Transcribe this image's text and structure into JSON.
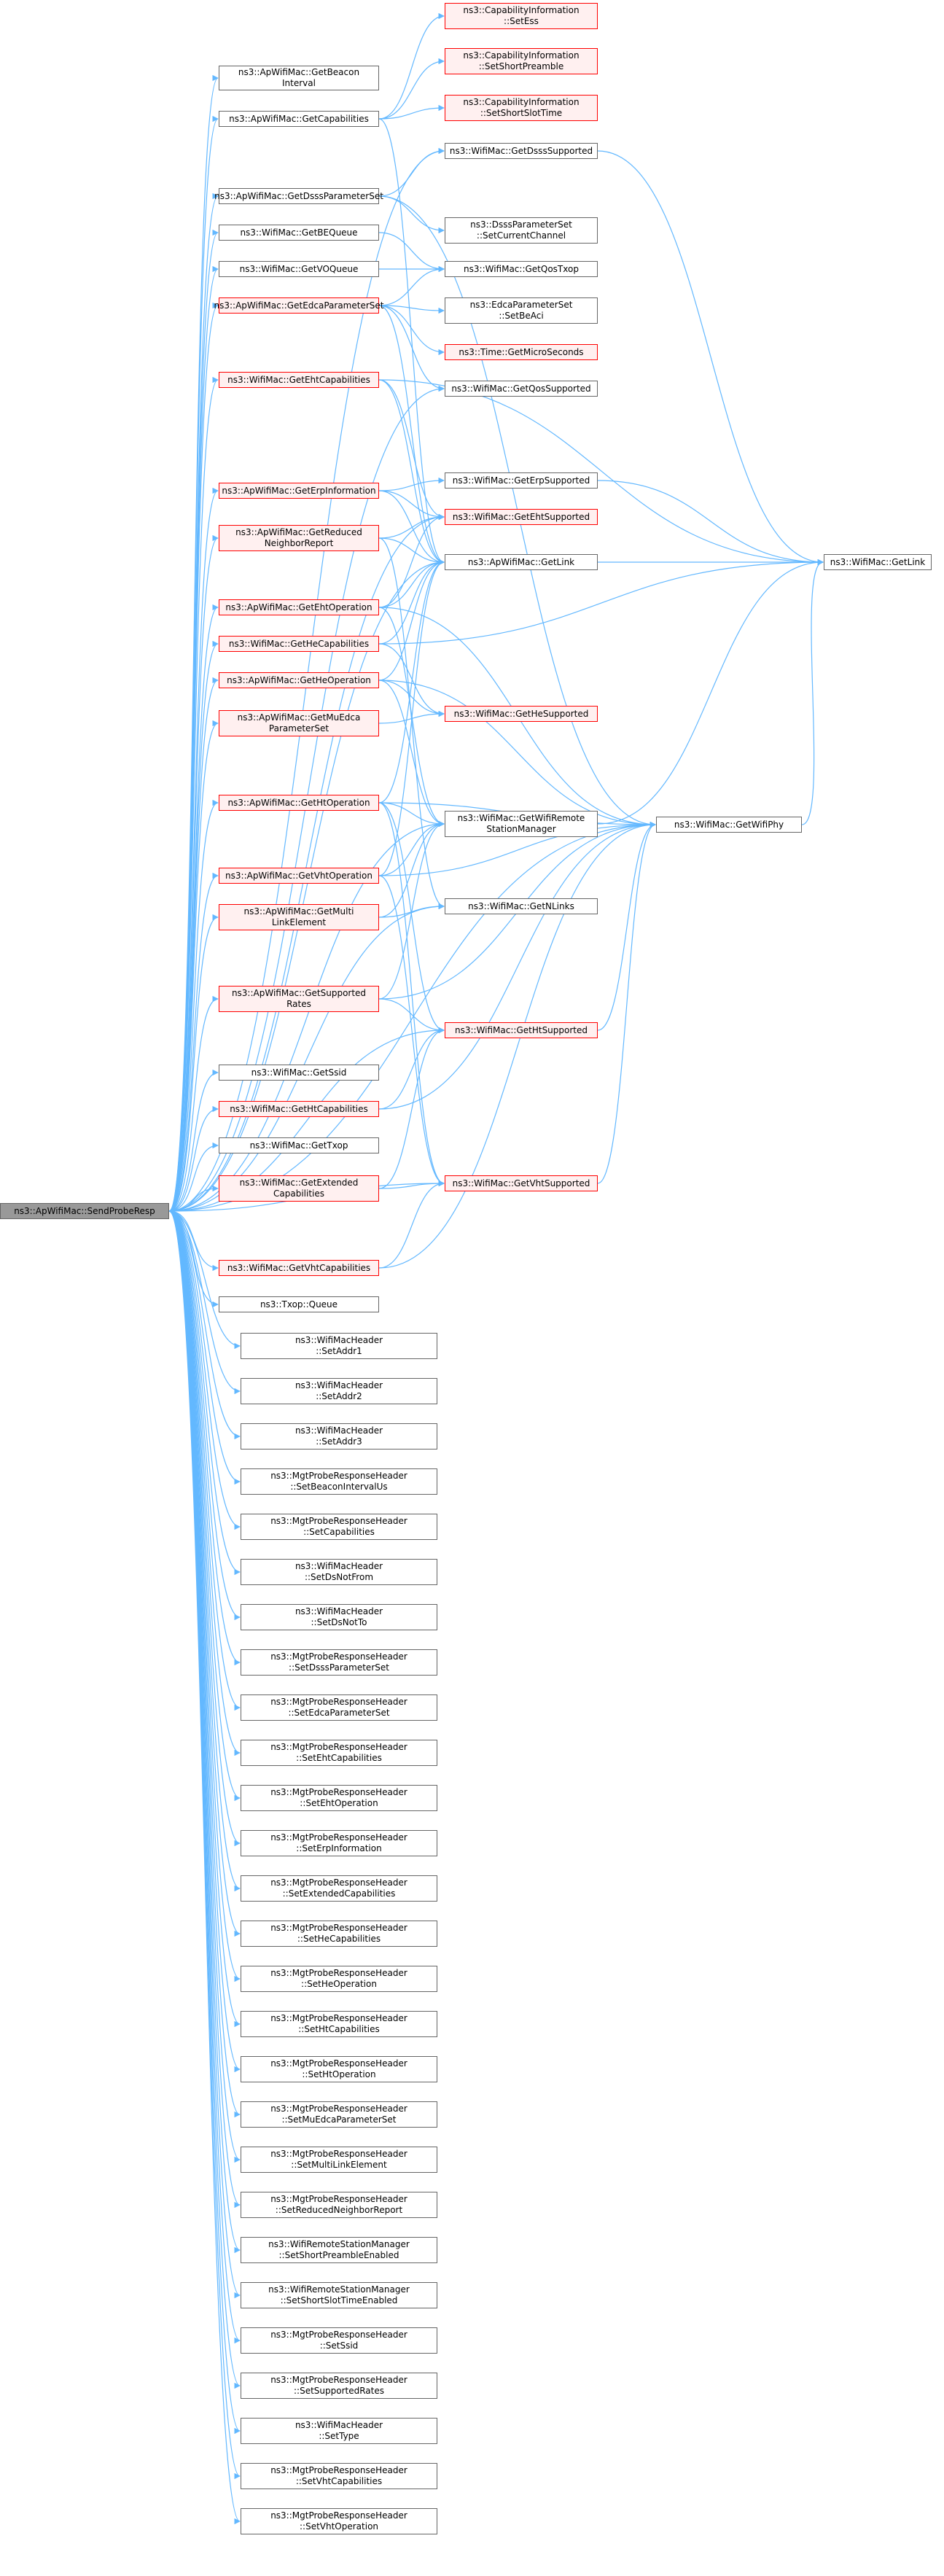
{
  "diagram": {
    "type": "call-graph",
    "edge_color": "#63b8ff",
    "colors": {
      "node_border": "#666666",
      "node_incomplete_border": "#ff0000",
      "node_incomplete_fill": "#fff0f0",
      "root_fill": "#999999"
    },
    "root": "n0",
    "nodes": [
      {
        "id": "n0",
        "label": "ns3::ApWifiMac::SendProbeResp",
        "style": "root"
      },
      {
        "id": "n1",
        "label": "ns3::ApWifiMac::GetBeacon\nInterval",
        "style": "normal"
      },
      {
        "id": "n2",
        "label": "ns3::ApWifiMac::GetCapabilities",
        "style": "normal"
      },
      {
        "id": "n3",
        "label": "ns3::ApWifiMac::GetDsssParameterSet",
        "style": "normal"
      },
      {
        "id": "n4",
        "label": "ns3::WifiMac::GetBEQueue",
        "style": "normal"
      },
      {
        "id": "n5",
        "label": "ns3::WifiMac::GetVOQueue",
        "style": "normal"
      },
      {
        "id": "n6",
        "label": "ns3::ApWifiMac::GetEdcaParameterSet",
        "style": "incomplete"
      },
      {
        "id": "n7",
        "label": "ns3::WifiMac::GetEhtCapabilities",
        "style": "incomplete"
      },
      {
        "id": "n8",
        "label": "ns3::ApWifiMac::GetErpInformation",
        "style": "incomplete"
      },
      {
        "id": "n9",
        "label": "ns3::ApWifiMac::GetReduced\nNeighborReport",
        "style": "incomplete"
      },
      {
        "id": "n10",
        "label": "ns3::ApWifiMac::GetEhtOperation",
        "style": "incomplete"
      },
      {
        "id": "n11",
        "label": "ns3::WifiMac::GetHeCapabilities",
        "style": "incomplete"
      },
      {
        "id": "n12",
        "label": "ns3::ApWifiMac::GetHeOperation",
        "style": "incomplete"
      },
      {
        "id": "n13",
        "label": "ns3::ApWifiMac::GetMuEdca\nParameterSet",
        "style": "incomplete"
      },
      {
        "id": "n14",
        "label": "ns3::ApWifiMac::GetHtOperation",
        "style": "incomplete"
      },
      {
        "id": "n15",
        "label": "ns3::ApWifiMac::GetVhtOperation",
        "style": "incomplete"
      },
      {
        "id": "n16",
        "label": "ns3::ApWifiMac::GetMulti\nLinkElement",
        "style": "incomplete"
      },
      {
        "id": "n17",
        "label": "ns3::ApWifiMac::GetSupported\nRates",
        "style": "incomplete"
      },
      {
        "id": "n18",
        "label": "ns3::WifiMac::GetSsid",
        "style": "normal"
      },
      {
        "id": "n19",
        "label": "ns3::WifiMac::GetHtCapabilities",
        "style": "incomplete"
      },
      {
        "id": "n20",
        "label": "ns3::WifiMac::GetTxop",
        "style": "normal"
      },
      {
        "id": "n21",
        "label": "ns3::WifiMac::GetExtended\nCapabilities",
        "style": "incomplete"
      },
      {
        "id": "n22",
        "label": "ns3::WifiMac::GetVhtCapabilities",
        "style": "incomplete"
      },
      {
        "id": "n23",
        "label": "ns3::Txop::Queue",
        "style": "normal"
      },
      {
        "id": "n24",
        "label": "ns3::WifiMacHeader\n::SetAddr1",
        "style": "normal"
      },
      {
        "id": "n25",
        "label": "ns3::WifiMacHeader\n::SetAddr2",
        "style": "normal"
      },
      {
        "id": "n26",
        "label": "ns3::WifiMacHeader\n::SetAddr3",
        "style": "normal"
      },
      {
        "id": "n27",
        "label": "ns3::MgtProbeResponseHeader\n::SetBeaconIntervalUs",
        "style": "normal"
      },
      {
        "id": "n28",
        "label": "ns3::MgtProbeResponseHeader\n::SetCapabilities",
        "style": "normal"
      },
      {
        "id": "n29",
        "label": "ns3::WifiMacHeader\n::SetDsNotFrom",
        "style": "normal"
      },
      {
        "id": "n30",
        "label": "ns3::WifiMacHeader\n::SetDsNotTo",
        "style": "normal"
      },
      {
        "id": "n31",
        "label": "ns3::MgtProbeResponseHeader\n::SetDsssParameterSet",
        "style": "normal"
      },
      {
        "id": "n32",
        "label": "ns3::MgtProbeResponseHeader\n::SetEdcaParameterSet",
        "style": "normal"
      },
      {
        "id": "n33",
        "label": "ns3::MgtProbeResponseHeader\n::SetEhtCapabilities",
        "style": "normal"
      },
      {
        "id": "n34",
        "label": "ns3::MgtProbeResponseHeader\n::SetEhtOperation",
        "style": "normal"
      },
      {
        "id": "n35",
        "label": "ns3::MgtProbeResponseHeader\n::SetErpInformation",
        "style": "normal"
      },
      {
        "id": "n36",
        "label": "ns3::MgtProbeResponseHeader\n::SetExtendedCapabilities",
        "style": "normal"
      },
      {
        "id": "n37",
        "label": "ns3::MgtProbeResponseHeader\n::SetHeCapabilities",
        "style": "normal"
      },
      {
        "id": "n38",
        "label": "ns3::MgtProbeResponseHeader\n::SetHeOperation",
        "style": "normal"
      },
      {
        "id": "n39",
        "label": "ns3::MgtProbeResponseHeader\n::SetHtCapabilities",
        "style": "normal"
      },
      {
        "id": "n40",
        "label": "ns3::MgtProbeResponseHeader\n::SetHtOperation",
        "style": "normal"
      },
      {
        "id": "n41",
        "label": "ns3::MgtProbeResponseHeader\n::SetMuEdcaParameterSet",
        "style": "normal"
      },
      {
        "id": "n42",
        "label": "ns3::MgtProbeResponseHeader\n::SetMultiLinkElement",
        "style": "normal"
      },
      {
        "id": "n43",
        "label": "ns3::MgtProbeResponseHeader\n::SetReducedNeighborReport",
        "style": "normal"
      },
      {
        "id": "n44",
        "label": "ns3::WifiRemoteStationManager\n::SetShortPreambleEnabled",
        "style": "normal"
      },
      {
        "id": "n45",
        "label": "ns3::WifiRemoteStationManager\n::SetShortSlotTimeEnabled",
        "style": "normal"
      },
      {
        "id": "n46",
        "label": "ns3::MgtProbeResponseHeader\n::SetSsid",
        "style": "normal"
      },
      {
        "id": "n47",
        "label": "ns3::MgtProbeResponseHeader\n::SetSupportedRates",
        "style": "normal"
      },
      {
        "id": "n48",
        "label": "ns3::WifiMacHeader\n::SetType",
        "style": "normal"
      },
      {
        "id": "n49",
        "label": "ns3::MgtProbeResponseHeader\n::SetVhtCapabilities",
        "style": "normal"
      },
      {
        "id": "n50",
        "label": "ns3::MgtProbeResponseHeader\n::SetVhtOperation",
        "style": "normal"
      },
      {
        "id": "m1",
        "label": "ns3::CapabilityInformation\n::SetEss",
        "style": "incomplete"
      },
      {
        "id": "m2",
        "label": "ns3::CapabilityInformation\n::SetShortPreamble",
        "style": "incomplete"
      },
      {
        "id": "m3",
        "label": "ns3::CapabilityInformation\n::SetShortSlotTime",
        "style": "incomplete"
      },
      {
        "id": "m4",
        "label": "ns3::WifiMac::GetDsssSupported",
        "style": "normal"
      },
      {
        "id": "m5",
        "label": "ns3::DsssParameterSet\n::SetCurrentChannel",
        "style": "normal"
      },
      {
        "id": "m6",
        "label": "ns3::WifiMac::GetQosTxop",
        "style": "normal"
      },
      {
        "id": "m7",
        "label": "ns3::EdcaParameterSet\n::SetBeAci",
        "style": "normal"
      },
      {
        "id": "m8",
        "label": "ns3::Time::GetMicroSeconds",
        "style": "incomplete"
      },
      {
        "id": "m9",
        "label": "ns3::WifiMac::GetQosSupported",
        "style": "normal"
      },
      {
        "id": "m10",
        "label": "ns3::WifiMac::GetErpSupported",
        "style": "normal"
      },
      {
        "id": "m11",
        "label": "ns3::WifiMac::GetEhtSupported",
        "style": "incomplete"
      },
      {
        "id": "m12",
        "label": "ns3::ApWifiMac::GetLink",
        "style": "normal"
      },
      {
        "id": "m13",
        "label": "ns3::WifiMac::GetHeSupported",
        "style": "incomplete"
      },
      {
        "id": "m14",
        "label": "ns3::WifiMac::GetWifiRemote\nStationManager",
        "style": "normal"
      },
      {
        "id": "m15",
        "label": "ns3::WifiMac::GetNLinks",
        "style": "normal"
      },
      {
        "id": "m16",
        "label": "ns3::WifiMac::GetHtSupported",
        "style": "incomplete"
      },
      {
        "id": "m17",
        "label": "ns3::WifiMac::GetVhtSupported",
        "style": "incomplete"
      },
      {
        "id": "r1",
        "label": "ns3::WifiMac::GetWifiPhy",
        "style": "normal"
      },
      {
        "id": "r2",
        "label": "ns3::WifiMac::GetLink",
        "style": "normal"
      }
    ],
    "edges": [
      [
        "n0",
        "n1"
      ],
      [
        "n0",
        "n2"
      ],
      [
        "n0",
        "n3"
      ],
      [
        "n0",
        "n4"
      ],
      [
        "n0",
        "n5"
      ],
      [
        "n0",
        "n6"
      ],
      [
        "n0",
        "n7"
      ],
      [
        "n0",
        "n8"
      ],
      [
        "n0",
        "n9"
      ],
      [
        "n0",
        "n10"
      ],
      [
        "n0",
        "n11"
      ],
      [
        "n0",
        "n12"
      ],
      [
        "n0",
        "n13"
      ],
      [
        "n0",
        "n14"
      ],
      [
        "n0",
        "n15"
      ],
      [
        "n0",
        "n16"
      ],
      [
        "n0",
        "n17"
      ],
      [
        "n0",
        "n18"
      ],
      [
        "n0",
        "n19"
      ],
      [
        "n0",
        "n20"
      ],
      [
        "n0",
        "n21"
      ],
      [
        "n0",
        "n22"
      ],
      [
        "n0",
        "n23"
      ],
      [
        "n0",
        "n24"
      ],
      [
        "n0",
        "n25"
      ],
      [
        "n0",
        "n26"
      ],
      [
        "n0",
        "n27"
      ],
      [
        "n0",
        "n28"
      ],
      [
        "n0",
        "n29"
      ],
      [
        "n0",
        "n30"
      ],
      [
        "n0",
        "n31"
      ],
      [
        "n0",
        "n32"
      ],
      [
        "n0",
        "n33"
      ],
      [
        "n0",
        "n34"
      ],
      [
        "n0",
        "n35"
      ],
      [
        "n0",
        "n36"
      ],
      [
        "n0",
        "n37"
      ],
      [
        "n0",
        "n38"
      ],
      [
        "n0",
        "n39"
      ],
      [
        "n0",
        "n40"
      ],
      [
        "n0",
        "n41"
      ],
      [
        "n0",
        "n42"
      ],
      [
        "n0",
        "n43"
      ],
      [
        "n0",
        "n44"
      ],
      [
        "n0",
        "n45"
      ],
      [
        "n0",
        "n46"
      ],
      [
        "n0",
        "n47"
      ],
      [
        "n0",
        "n48"
      ],
      [
        "n0",
        "n49"
      ],
      [
        "n0",
        "n50"
      ],
      [
        "n0",
        "m4"
      ],
      [
        "n0",
        "m9"
      ],
      [
        "n0",
        "m11"
      ],
      [
        "n0",
        "m12"
      ],
      [
        "n0",
        "m14"
      ],
      [
        "n0",
        "m15"
      ],
      [
        "n0",
        "m16"
      ],
      [
        "n0",
        "m17"
      ],
      [
        "n0",
        "r1"
      ],
      [
        "n2",
        "m1"
      ],
      [
        "n2",
        "m2"
      ],
      [
        "n2",
        "m3"
      ],
      [
        "n2",
        "m12"
      ],
      [
        "n3",
        "m4"
      ],
      [
        "n3",
        "m5"
      ],
      [
        "n3",
        "r1"
      ],
      [
        "n4",
        "m6"
      ],
      [
        "n5",
        "m6"
      ],
      [
        "n6",
        "m6"
      ],
      [
        "n6",
        "m7"
      ],
      [
        "n6",
        "m8"
      ],
      [
        "n6",
        "m9"
      ],
      [
        "n6",
        "m12"
      ],
      [
        "n7",
        "m11"
      ],
      [
        "n7",
        "m12"
      ],
      [
        "n7",
        "r2"
      ],
      [
        "n8",
        "m10"
      ],
      [
        "n8",
        "m11"
      ],
      [
        "n8",
        "m12"
      ],
      [
        "n9",
        "m11"
      ],
      [
        "n9",
        "m12"
      ],
      [
        "n9",
        "m15"
      ],
      [
        "n10",
        "m11"
      ],
      [
        "n10",
        "m12"
      ],
      [
        "n10",
        "m14"
      ],
      [
        "n10",
        "r1"
      ],
      [
        "n11",
        "m12"
      ],
      [
        "n11",
        "m13"
      ],
      [
        "n11",
        "r2"
      ],
      [
        "n12",
        "m12"
      ],
      [
        "n12",
        "m13"
      ],
      [
        "n12",
        "m14"
      ],
      [
        "n12",
        "r1"
      ],
      [
        "n13",
        "m13"
      ],
      [
        "n14",
        "m12"
      ],
      [
        "n14",
        "m14"
      ],
      [
        "n14",
        "m16"
      ],
      [
        "n14",
        "m17"
      ],
      [
        "n14",
        "r1"
      ],
      [
        "n15",
        "m12"
      ],
      [
        "n15",
        "m14"
      ],
      [
        "n15",
        "m17"
      ],
      [
        "n15",
        "r1"
      ],
      [
        "n16",
        "m14"
      ],
      [
        "n16",
        "m15"
      ],
      [
        "n17",
        "m14"
      ],
      [
        "n17",
        "m16"
      ],
      [
        "n17",
        "r1"
      ],
      [
        "n19",
        "m16"
      ],
      [
        "n19",
        "r1"
      ],
      [
        "n21",
        "m16"
      ],
      [
        "n21",
        "m17"
      ],
      [
        "n22",
        "m17"
      ],
      [
        "n22",
        "r1"
      ],
      [
        "m4",
        "r2"
      ],
      [
        "m10",
        "r2"
      ],
      [
        "m12",
        "r2"
      ],
      [
        "m14",
        "r2"
      ],
      [
        "r1",
        "r2"
      ],
      [
        "m16",
        "r1"
      ],
      [
        "m17",
        "r1"
      ]
    ]
  }
}
